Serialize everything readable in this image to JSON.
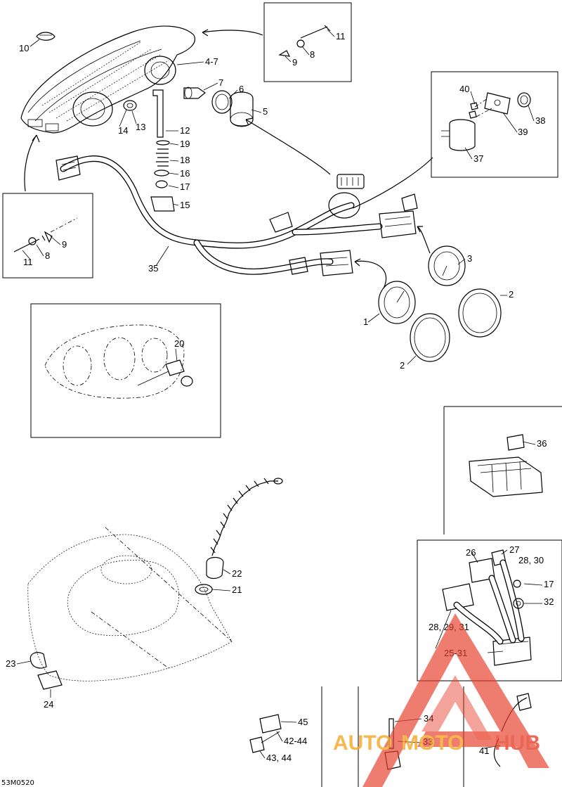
{
  "figure_code": "53M0520",
  "callouts": {
    "c1": "1",
    "c2a": "2",
    "c2b": "2",
    "c3": "3",
    "c4_7": "4-7",
    "c5": "5",
    "c6": "6",
    "c7": "7",
    "c8a": "8",
    "c8b": "8",
    "c9a": "9",
    "c9b": "9",
    "c10": "10",
    "c11a": "11",
    "c11b": "11",
    "c12": "12",
    "c13": "13",
    "c14": "14",
    "c15": "15",
    "c16": "16",
    "c17a": "17",
    "c17b": "17",
    "c18": "18",
    "c19": "19",
    "c20": "20",
    "c21": "21",
    "c22": "22",
    "c23": "23",
    "c24": "24",
    "c25_31": "25-31",
    "c26": "26",
    "c27": "27",
    "c28_30": "28, 30",
    "c28_29_31": "28, 29, 31",
    "c32": "32",
    "c33": "33",
    "c34": "34",
    "c35": "35",
    "c36": "36",
    "c37": "37",
    "c38": "38",
    "c39": "39",
    "c40": "40",
    "c41": "41",
    "c42_44": "42-44",
    "c43_44": "43, 44",
    "c45": "45"
  },
  "watermark": {
    "part1": "AUTO",
    "part2": "MOTO",
    "part3": "HUB"
  },
  "colors": {
    "line": "#000000",
    "watermark_red": "#e8412c",
    "watermark_orange": "#f5a623",
    "background": "#ffffff"
  }
}
